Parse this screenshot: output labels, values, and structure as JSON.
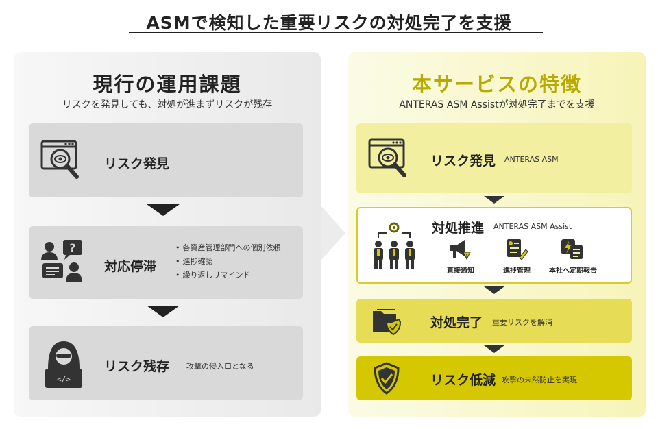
{
  "title": "ASMで検知した重要リスクの対処完了を支援",
  "left": {
    "heading": "現行の運用課題",
    "subheading": "リスクを発見しても、対処が進まずリスクが残存",
    "steps": [
      {
        "title": "リスク発見"
      },
      {
        "title": "対応停滞",
        "bullets": [
          "各資産管理部門への個別依頼",
          "進捗確認",
          "繰り返しリマインド"
        ]
      },
      {
        "title": "リスク残存",
        "note": "攻撃の侵入口となる"
      }
    ]
  },
  "right": {
    "heading": "本サービスの特徴",
    "subheading": "ANTERAS ASM Assistが対処完了までを支援",
    "steps": [
      {
        "title": "リスク発見",
        "note": "ANTERAS ASM"
      },
      {
        "title": "対処推進",
        "note": "ANTERAS ASM Assist",
        "features": [
          "直接通知",
          "進捗管理",
          "本社へ定期報告"
        ]
      },
      {
        "title": "対処完了",
        "note": "重要リスクを解消"
      },
      {
        "title": "リスク低減",
        "note": "攻撃の未然防止を実現"
      }
    ]
  },
  "colors": {
    "dark": "#333333",
    "accent_yellow": "#d6c800",
    "gray_box": "#d9d9d9"
  }
}
